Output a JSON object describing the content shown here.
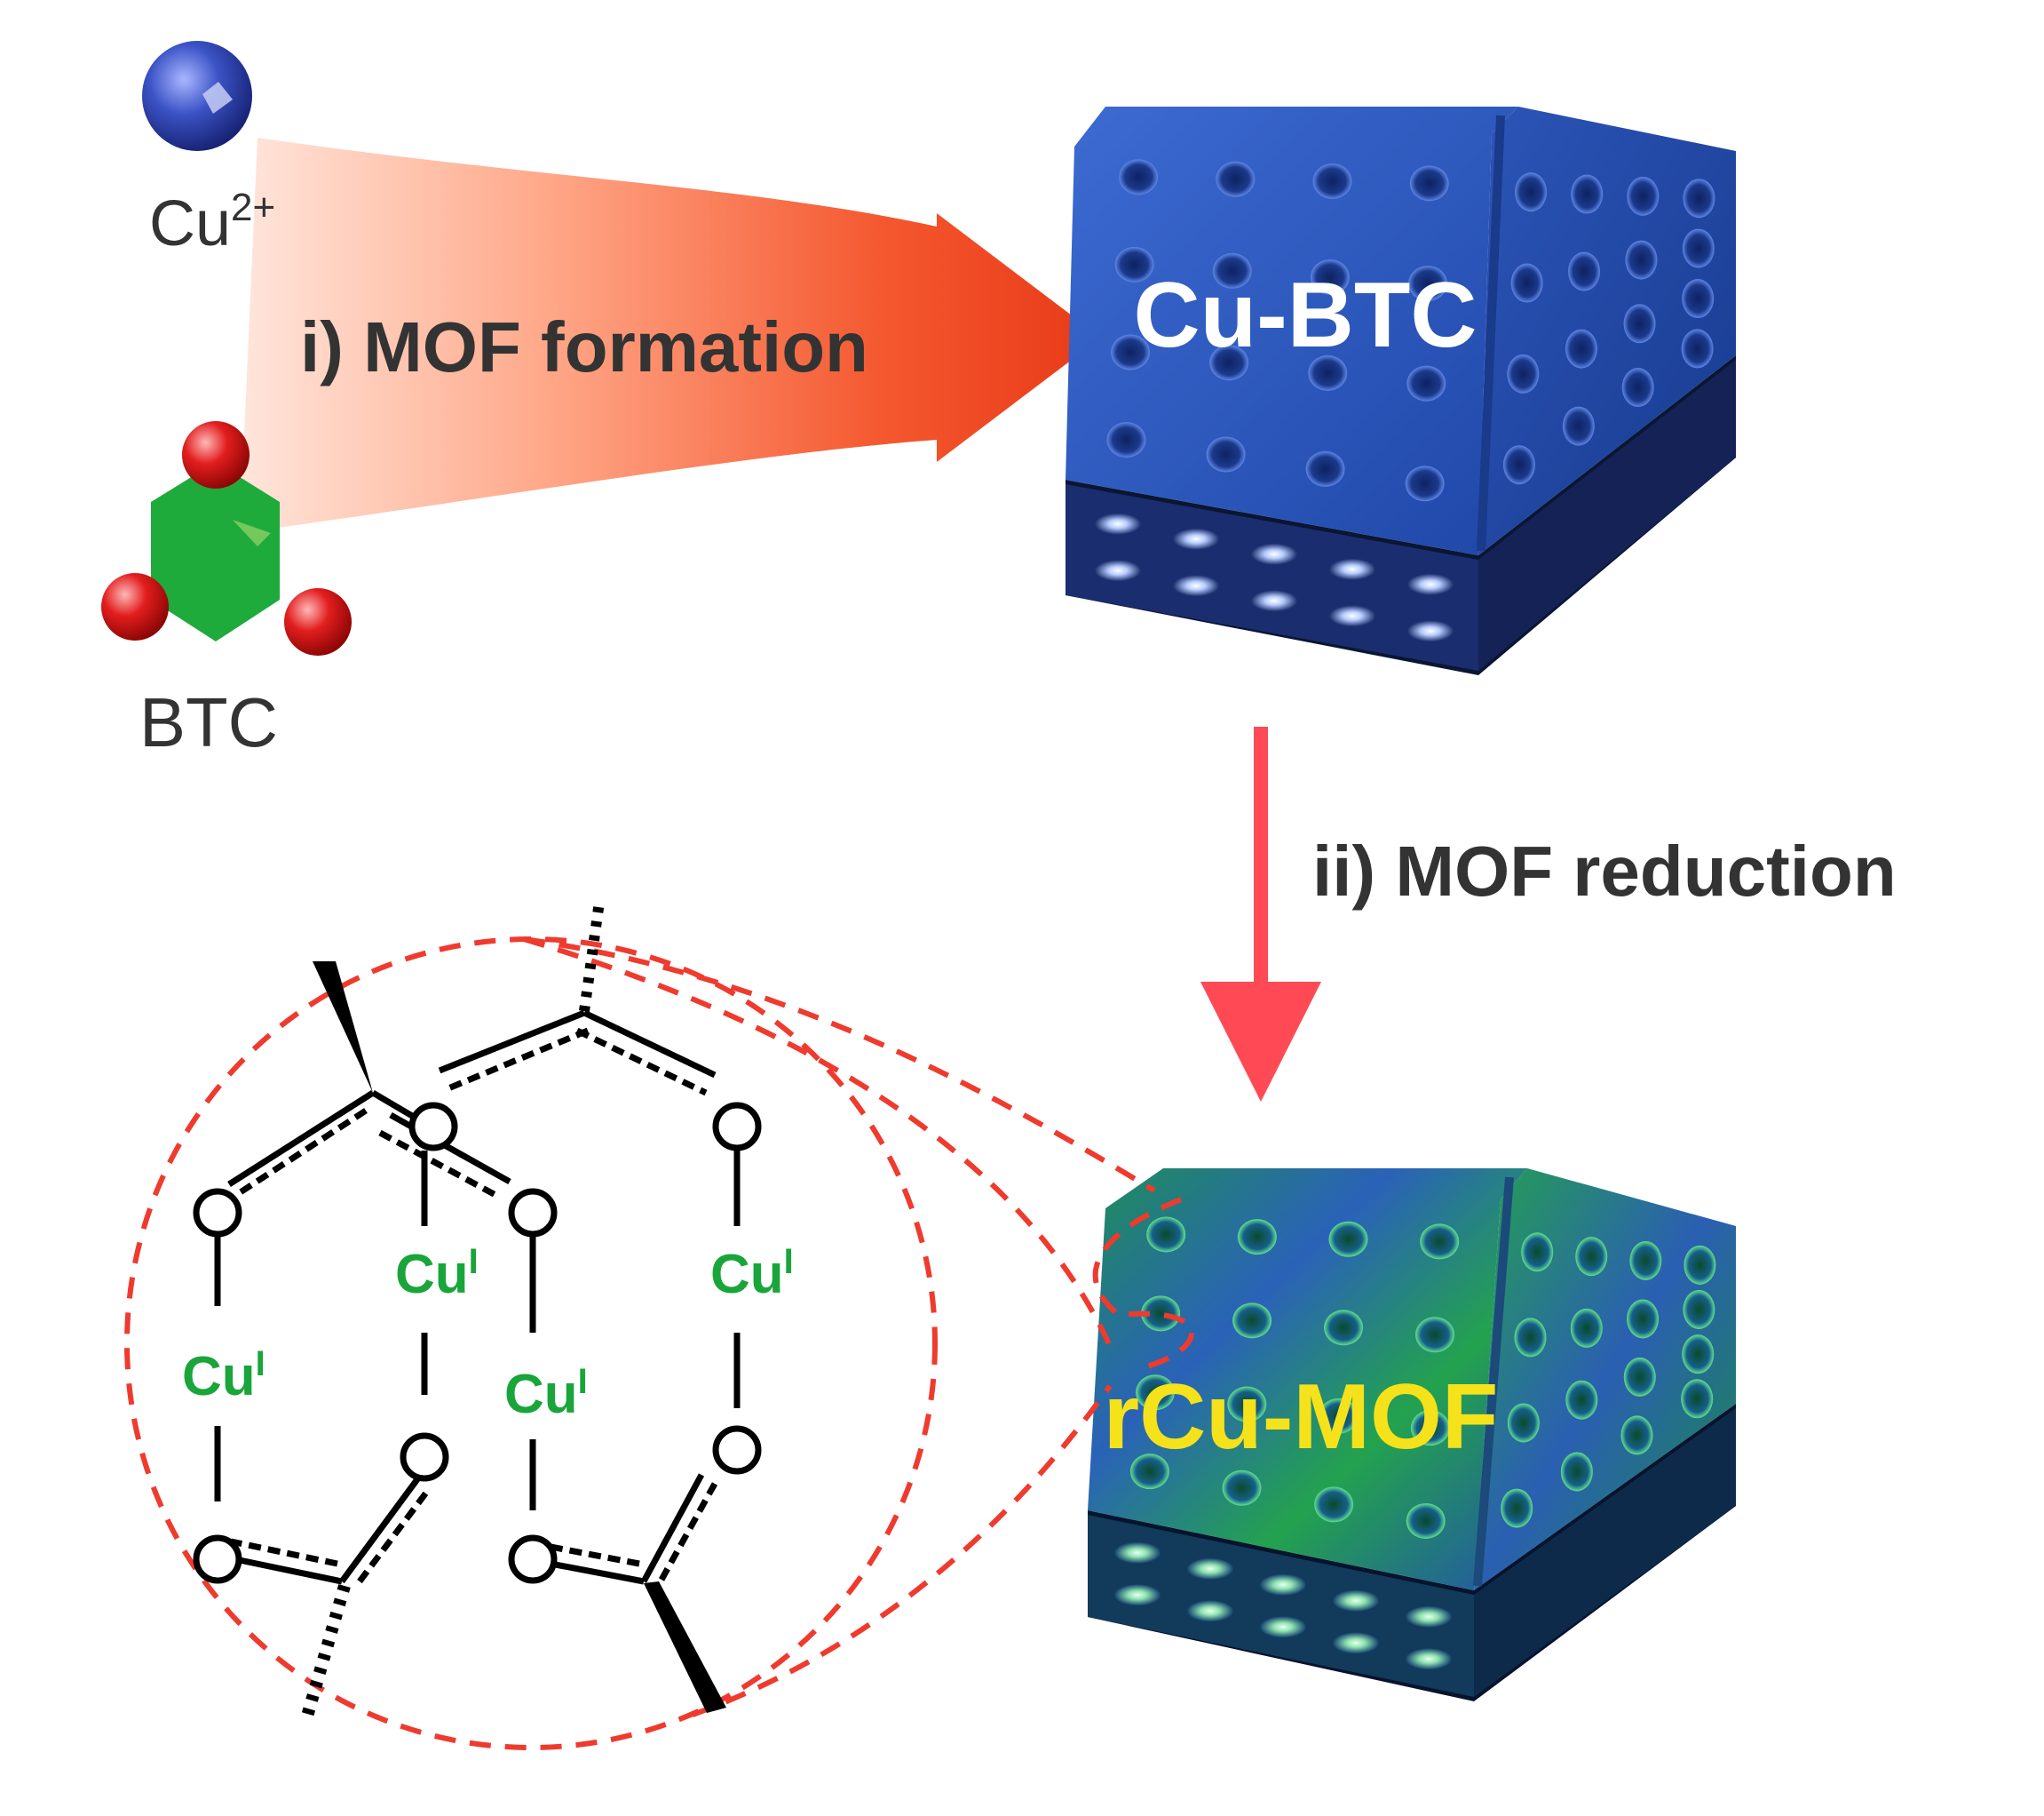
{
  "labels": {
    "cu_ion": "Cu",
    "cu_ion_charge": "2+",
    "btc": "BTC",
    "step1": "i) MOF formation",
    "step2": "ii) MOF reduction",
    "cube1": "Cu-BTC",
    "cube2": "rCu-MOF",
    "oxygen": "O",
    "copper": "Cu",
    "copper_ox": "I"
  },
  "colors": {
    "ion_blue": "#2b3f9e",
    "btc_green": "#1faa3c",
    "btc_red": "#d81818",
    "arrow_red": "#ee3a1e",
    "arrow_pink": "#ff4a55",
    "dash_red": "#ef3a2e",
    "cube_blue": "#2a55b8",
    "cube_green": "#1f9e55",
    "cu_label_green": "#19a53a",
    "rcu_label_yellow": "#f5e21a",
    "text_dark": "#333333"
  },
  "icons": {
    "ion": "sphere-icon",
    "ligand": "btc-molecule-icon",
    "cube": "porous-cube-icon"
  }
}
